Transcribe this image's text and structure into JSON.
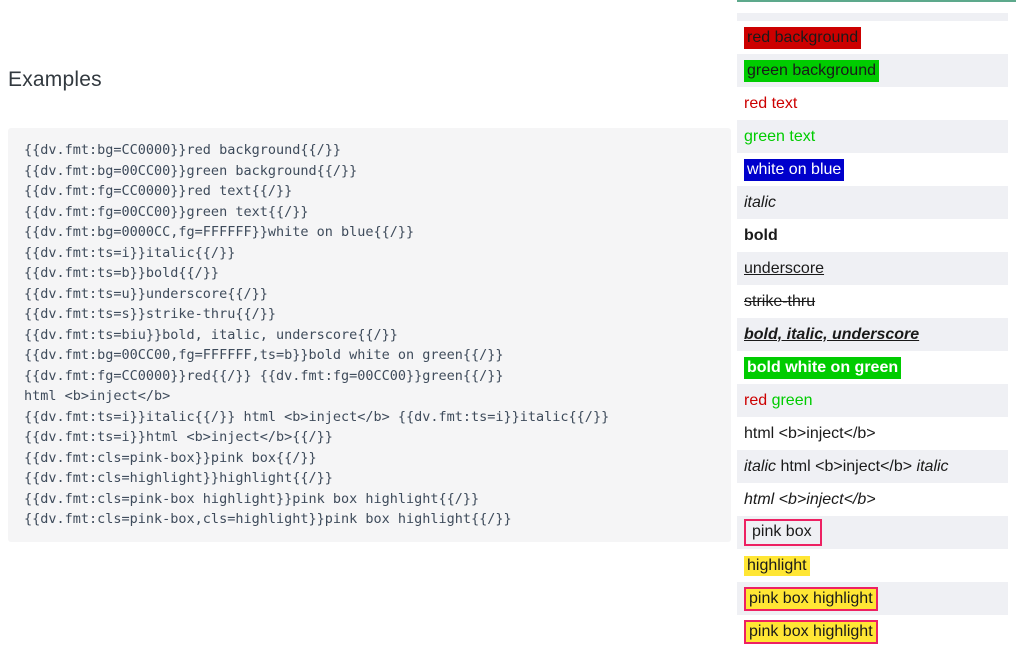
{
  "page": {
    "heading": "Examples"
  },
  "colors": {
    "accent_top_border": "#5da98c",
    "row_stripe": "#eff0f4",
    "code_background": "#f5f5f6",
    "code_text": "#3e4b5b",
    "red": "#CC0000",
    "green": "#00CC00",
    "blue": "#0000CC",
    "white": "#FFFFFF",
    "pink_border": "#ed2162",
    "highlight_yellow": "#ffe634"
  },
  "code_block": {
    "lines": [
      "{{dv.fmt:bg=CC0000}}red background{{/}}",
      "{{dv.fmt:bg=00CC00}}green background{{/}}",
      "{{dv.fmt:fg=CC0000}}red text{{/}}",
      "{{dv.fmt:fg=00CC00}}green text{{/}}",
      "{{dv.fmt:bg=0000CC,fg=FFFFFF}}white on blue{{/}}",
      "{{dv.fmt:ts=i}}italic{{/}}",
      "{{dv.fmt:ts=b}}bold{{/}}",
      "{{dv.fmt:ts=u}}underscore{{/}}",
      "{{dv.fmt:ts=s}}strike-thru{{/}}",
      "{{dv.fmt:ts=biu}}bold, italic, underscore{{/}}",
      "{{dv.fmt:bg=00CC00,fg=FFFFFF,ts=b}}bold white on green{{/}}",
      "{{dv.fmt:fg=CC0000}}red{{/}} {{dv.fmt:fg=00CC00}}green{{/}}",
      "html <b>inject</b>",
      "{{dv.fmt:ts=i}}italic{{/}} html <b>inject</b> {{dv.fmt:ts=i}}italic{{/}}",
      "{{dv.fmt:ts=i}}html <b>inject</b>{{/}}",
      "{{dv.fmt:cls=pink-box}}pink box{{/}}",
      "{{dv.fmt:cls=highlight}}highlight{{/}}",
      "{{dv.fmt:cls=pink-box highlight}}pink box highlight{{/}}",
      "{{dv.fmt:cls=pink-box,cls=highlight}}pink box highlight{{/}}"
    ]
  },
  "output_panel": {
    "rows": [
      {
        "parts": [
          {
            "t": "red background",
            "bg": "#CC0000"
          }
        ]
      },
      {
        "parts": [
          {
            "t": "green background",
            "bg": "#00CC00"
          }
        ]
      },
      {
        "parts": [
          {
            "t": "red text",
            "fg": "#CC0000"
          }
        ]
      },
      {
        "parts": [
          {
            "t": "green text",
            "fg": "#00CC00"
          }
        ]
      },
      {
        "parts": [
          {
            "t": "white on blue",
            "bg": "#0000CC",
            "fg": "#FFFFFF"
          }
        ]
      },
      {
        "parts": [
          {
            "t": "italic",
            "i": true
          }
        ]
      },
      {
        "parts": [
          {
            "t": "bold",
            "b": true
          }
        ]
      },
      {
        "parts": [
          {
            "t": "underscore",
            "u": true
          }
        ]
      },
      {
        "parts": [
          {
            "t": "strike-thru",
            "s": true
          }
        ]
      },
      {
        "parts": [
          {
            "t": "bold, italic, underscore",
            "b": true,
            "i": true,
            "u": true
          }
        ]
      },
      {
        "parts": [
          {
            "t": "bold white on green",
            "bg": "#00CC00",
            "fg": "#FFFFFF",
            "b": true
          }
        ]
      },
      {
        "parts": [
          {
            "t": "red",
            "fg": "#CC0000"
          },
          {
            "t": " "
          },
          {
            "t": "green",
            "fg": "#00CC00"
          }
        ]
      },
      {
        "parts": [
          {
            "t": "html <b>inject</b>"
          }
        ]
      },
      {
        "parts": [
          {
            "t": "italic",
            "i": true
          },
          {
            "t": " html <b>inject</b> "
          },
          {
            "t": "italic",
            "i": true
          }
        ]
      },
      {
        "parts": [
          {
            "t": "html <b>inject</b>",
            "i": true
          }
        ]
      },
      {
        "parts": [
          {
            "t": "pink box",
            "cls": "pink-box"
          }
        ]
      },
      {
        "parts": [
          {
            "t": "highlight",
            "cls": "highlight"
          }
        ]
      },
      {
        "parts": [
          {
            "t": "pink box highlight",
            "cls": "pink-box highlight"
          }
        ]
      },
      {
        "parts": [
          {
            "t": "pink box highlight",
            "cls": "pink-box highlight"
          }
        ]
      }
    ]
  }
}
